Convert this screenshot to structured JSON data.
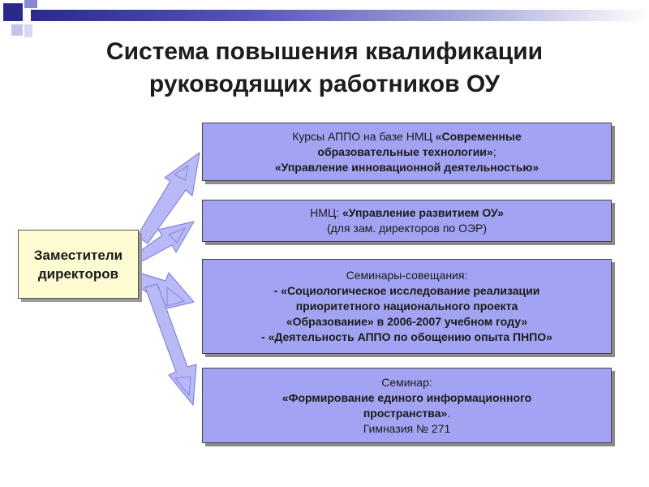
{
  "slide": {
    "title_line1": "Система повышения квалификации",
    "title_line2": "руководящих работников ОУ",
    "source_box": {
      "line1": "Заместители",
      "line2": "директоров"
    },
    "targets": [
      {
        "l1a": "Курсы АППО на базе НМЦ ",
        "l1b": "«Современные",
        "l2a": "образовательные технологии»",
        "l2b": ";",
        "l3": "«Управление инновационной деятельностью»"
      },
      {
        "l1a": "НМЦ: ",
        "l1b": "«Управление развитием ОУ»",
        "l2": "(для зам. директоров по ОЭР)"
      },
      {
        "l1": "Семинары-совещания:",
        "l2": "- «Социологическое исследование реализации",
        "l3": "приоритетного национального проекта",
        "l4": "«Образование» в 2006-2007 учебном году»",
        "l5": "- «Деятельность АППО по обощению опыта ПНПО»"
      },
      {
        "l1": "Семинар:",
        "l2": "«Формирование единого информационного",
        "l3": "пространства»",
        "l3b": ".",
        "l4": "Гимназия № 271"
      }
    ],
    "colors": {
      "target_fill": "#a3a3f3",
      "source_fill": "#fdfbd2",
      "arrow_fill": "#b9b9f6",
      "arrow_stroke": "#8585e0",
      "bar_dark": "#2a2a8a"
    },
    "arrow_icon": "block-arrow-icon"
  }
}
